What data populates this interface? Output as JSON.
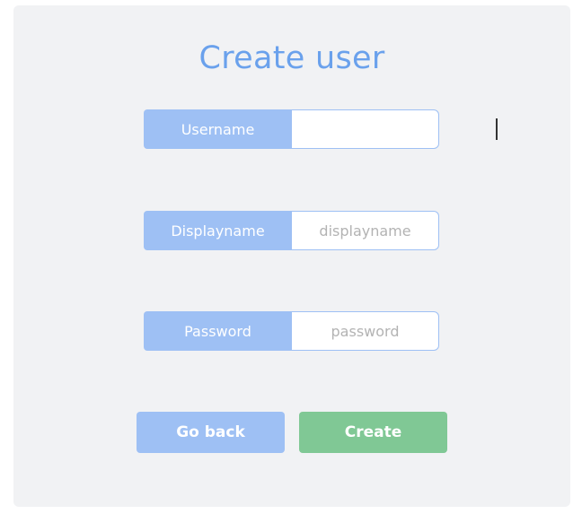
{
  "page": {
    "title": "Create user"
  },
  "form": {
    "username": {
      "label": "Username",
      "value": "",
      "placeholder": ""
    },
    "displayname": {
      "label": "Displayname",
      "value": "",
      "placeholder": "displayname"
    },
    "password": {
      "label": "Password",
      "value": "",
      "placeholder": "password"
    }
  },
  "actions": {
    "back_label": "Go back",
    "create_label": "Create"
  },
  "colors": {
    "accent_blue": "#9ec0f4",
    "title_blue": "#6aa1ec",
    "create_green": "#80c895",
    "card_background": "#f1f2f4"
  }
}
